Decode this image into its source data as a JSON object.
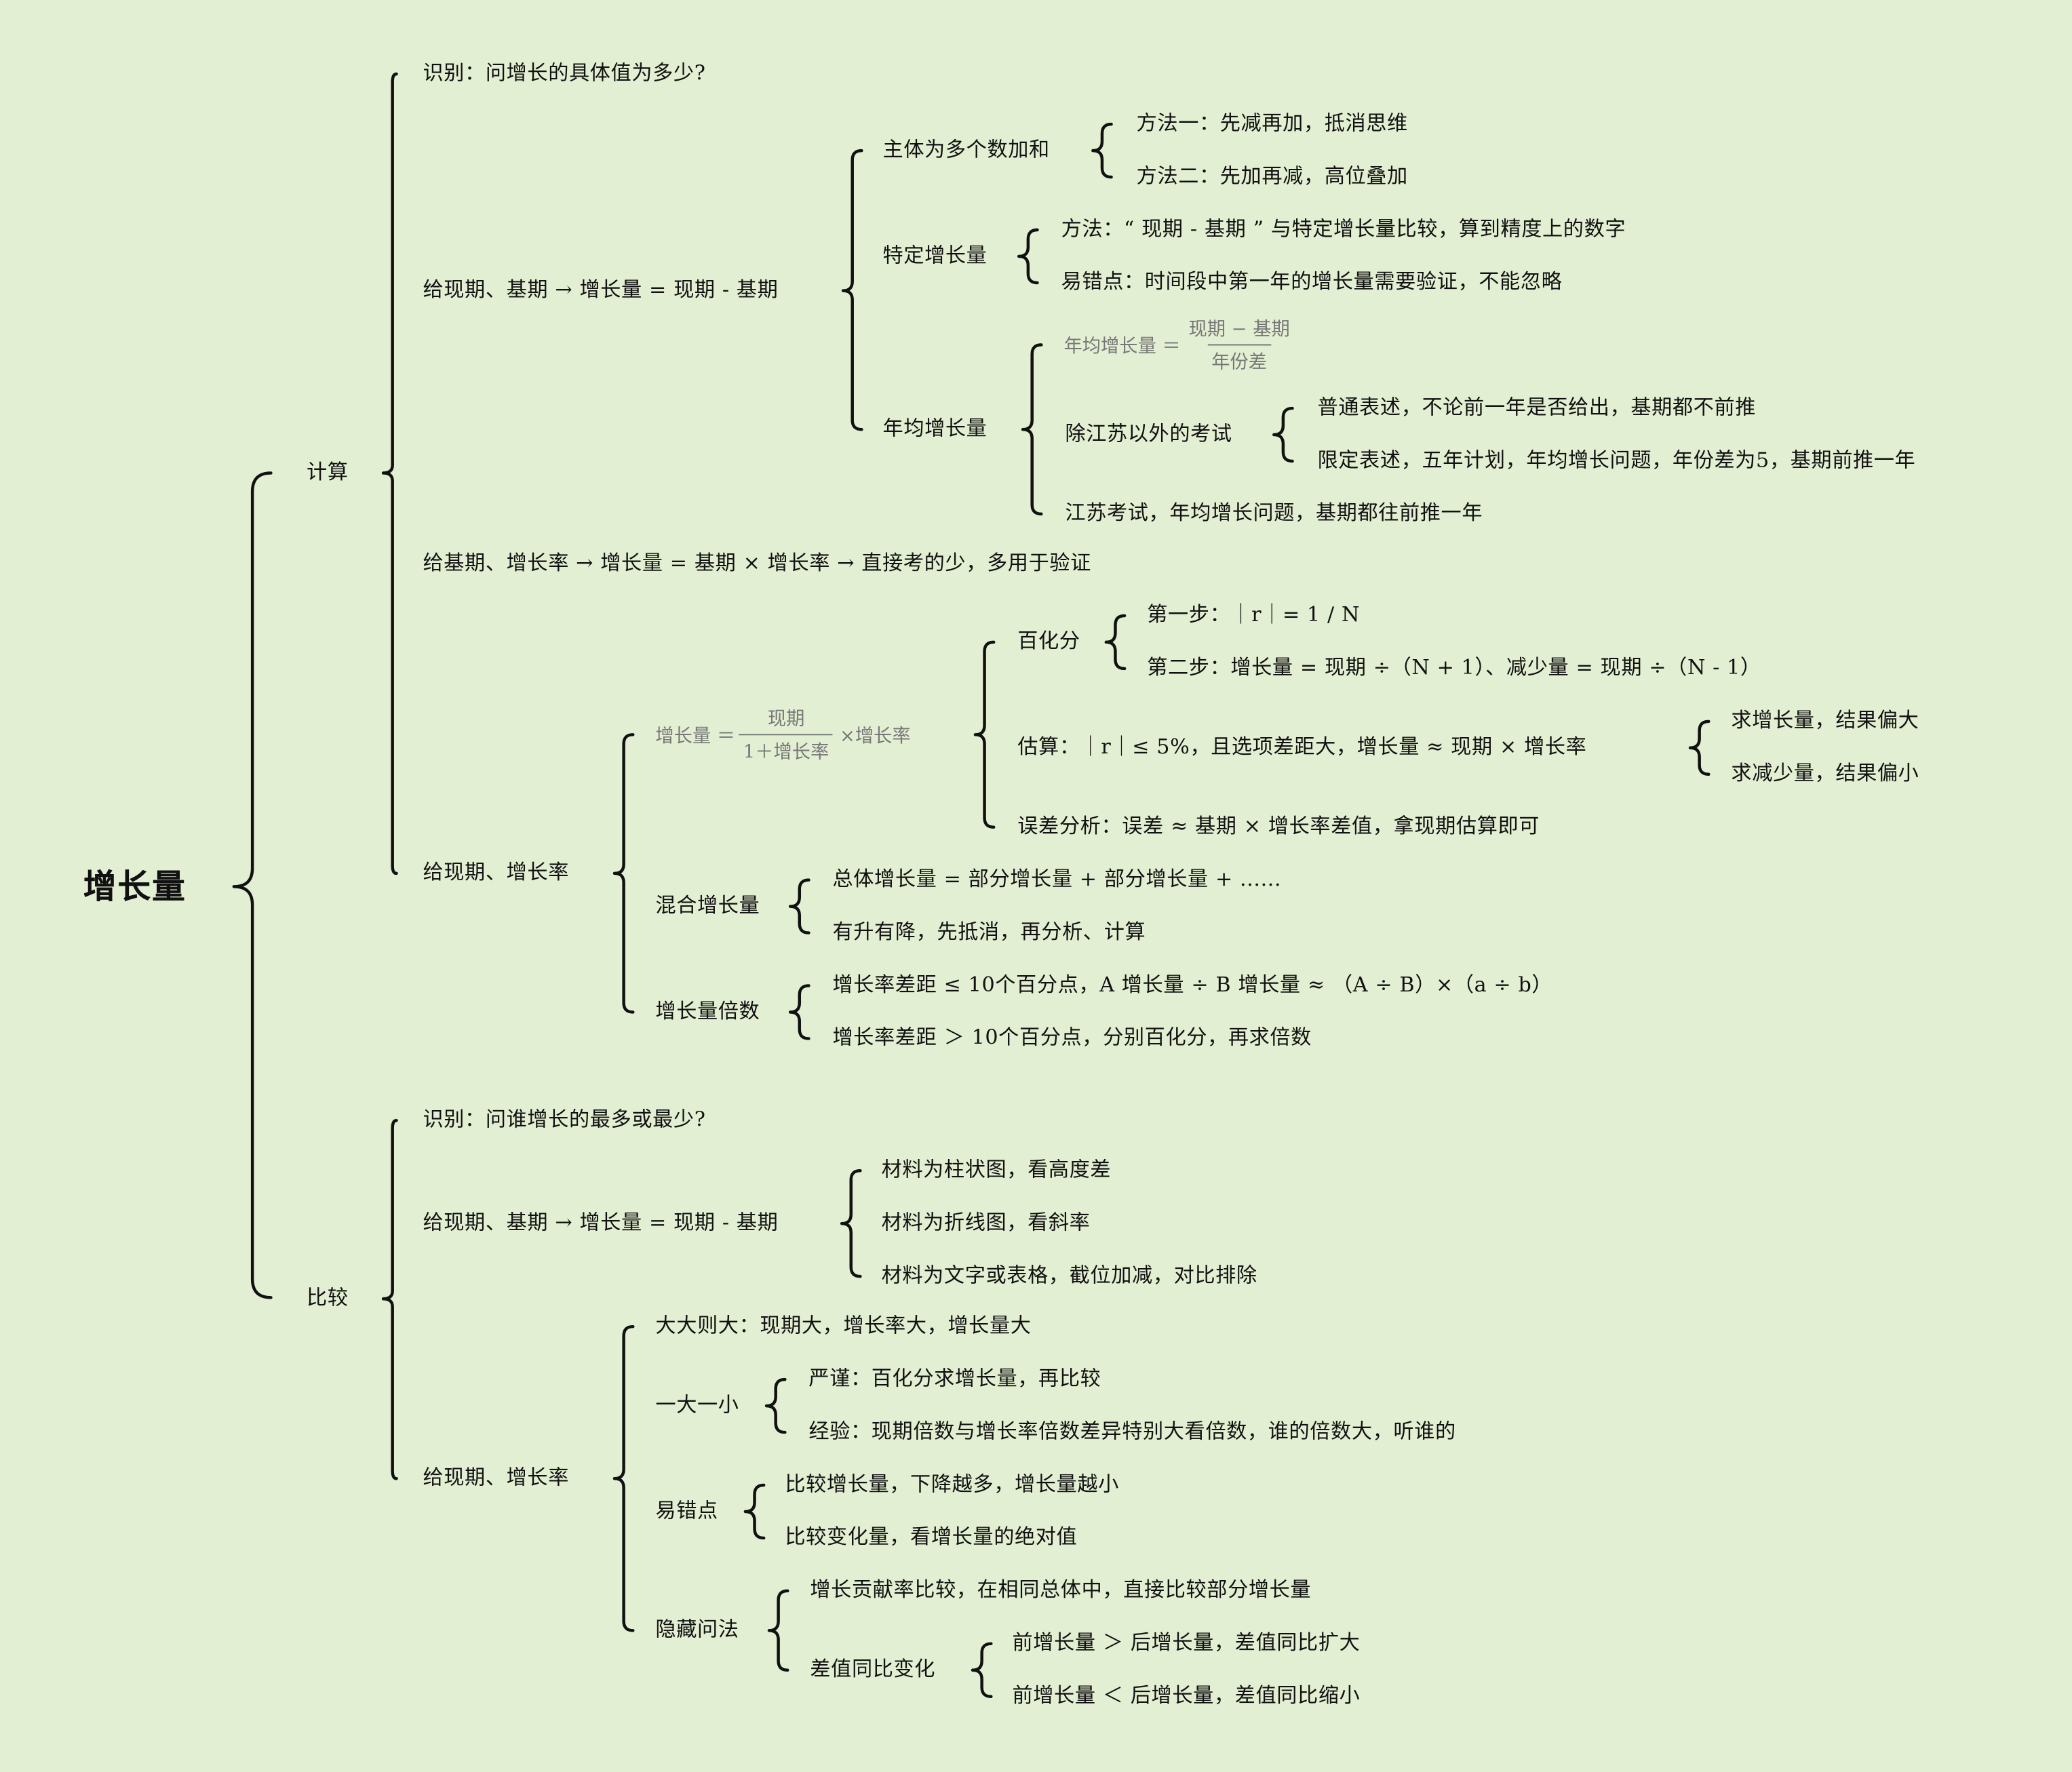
{
  "root": "增长量",
  "calc": {
    "label": "计算",
    "identify": "识别：问增长的具体值为多少?",
    "given_cb": "给现期、基期 → 增长量 = 现期 - 基期",
    "multi_sum": "主体为多个数加和",
    "method1": "方法一：先减再加，抵消思维",
    "method2": "方法二：先加再减，高位叠加",
    "specific": "特定增长量",
    "specific_method": "方法：“ 现期 - 基期 ” 与特定增长量比较，算到精度上的数字",
    "specific_error": "易错点：时间段中第一年的增长量需要验证，不能忽略",
    "annual": "年均增长量",
    "annual_formula": {
      "lhs": "年均增长量 ＝",
      "num": "现期 − 基期",
      "den": "年份差"
    },
    "non_js": "除江苏以外的考试",
    "normal": "普通表述，不论前一年是否给出，基期都不前推",
    "limited": "限定表述，五年计划，年均增长问题，年份差为5，基期前推一年",
    "js": "江苏考试，年均增长问题，基期都往前推一年",
    "given_br": "给基期、增长率 → 增长量 = 基期 × 增长率 → 直接考的少，多用于验证",
    "given_cr": "给现期、增长率",
    "formula": {
      "lhs": "增长量 ＝",
      "num": "现期",
      "den": "1＋增长率",
      "rhs": "×增长率"
    },
    "pct": "百化分",
    "step1": "第一步：｜r｜= 1 / N",
    "step2": "第二步：增长量 = 现期 ÷（N + 1）、减少量 = 现期 ÷（N - 1）",
    "estimate": "估算：｜r｜≤ 5%，且选项差距大，增长量 ≈ 现期 × 增长率",
    "est_inc": "求增长量，结果偏大",
    "est_dec": "求减少量，结果偏小",
    "error": "误差分析：误差 ≈ 基期 × 增长率差值，拿现期估算即可",
    "mixed": "混合增长量",
    "mixed_total": "总体增长量 = 部分增长量 + 部分增长量 + ......",
    "mixed_updown": "有升有降，先抵消，再分析、计算",
    "multiple": "增长量倍数",
    "multi_small": "增长率差距 ≤ 10个百分点，A 增长量 ÷ B 增长量 ≈ （A ÷ B）×（a ÷ b）",
    "multi_large": "增长率差距 ＞ 10个百分点，分别百化分，再求倍数"
  },
  "compare": {
    "label": "比较",
    "identify": "识别：问谁增长的最多或最少?",
    "given_cb": "给现期、基期 → 增长量 = 现期 - 基期",
    "bar": "材料为柱状图，看高度差",
    "line": "材料为折线图，看斜率",
    "text": "材料为文字或表格，截位加减，对比排除",
    "given_cr": "给现期、增长率",
    "bigbig": "大大则大：现期大，增长率大，增长量大",
    "onebig": "一大一小",
    "strict": "严谨：百化分求增长量，再比较",
    "exp": "经验：现期倍数与增长率倍数差异特别大看倍数，谁的倍数大，听谁的",
    "errpt": "易错点",
    "err1": "比较增长量，下降越多，增长量越小",
    "err2": "比较变化量，看增长量的绝对值",
    "hidden": "隐藏问法",
    "contrib": "增长贡献率比较，在相同总体中，直接比较部分增长量",
    "diff": "差值同比变化",
    "diff1": "前增长量 ＞ 后增长量，差值同比扩大",
    "diff2": "前增长量 ＜ 后增长量，差值同比缩小"
  }
}
